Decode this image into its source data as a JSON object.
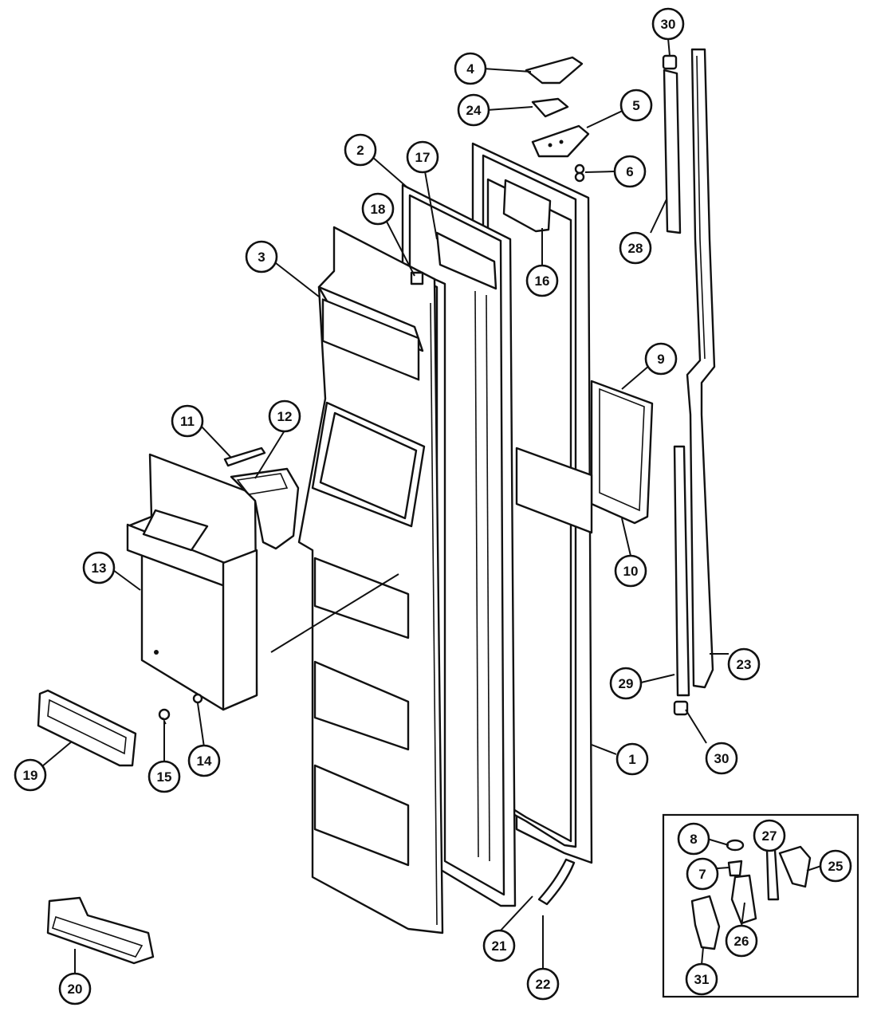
{
  "callouts": [
    {
      "id": "c1",
      "label": "1"
    },
    {
      "id": "c2",
      "label": "2"
    },
    {
      "id": "c3",
      "label": "3"
    },
    {
      "id": "c4",
      "label": "4"
    },
    {
      "id": "c5",
      "label": "5"
    },
    {
      "id": "c6",
      "label": "6"
    },
    {
      "id": "c7",
      "label": "7"
    },
    {
      "id": "c8",
      "label": "8"
    },
    {
      "id": "c9",
      "label": "9"
    },
    {
      "id": "c10",
      "label": "10"
    },
    {
      "id": "c11",
      "label": "11"
    },
    {
      "id": "c12",
      "label": "12"
    },
    {
      "id": "c13",
      "label": "13"
    },
    {
      "id": "c14",
      "label": "14"
    },
    {
      "id": "c15",
      "label": "15"
    },
    {
      "id": "c16",
      "label": "16"
    },
    {
      "id": "c17",
      "label": "17"
    },
    {
      "id": "c18",
      "label": "18"
    },
    {
      "id": "c19",
      "label": "19"
    },
    {
      "id": "c20",
      "label": "20"
    },
    {
      "id": "c21",
      "label": "21"
    },
    {
      "id": "c22",
      "label": "22"
    },
    {
      "id": "c23",
      "label": "23"
    },
    {
      "id": "c24",
      "label": "24"
    },
    {
      "id": "c25",
      "label": "25"
    },
    {
      "id": "c26",
      "label": "26"
    },
    {
      "id": "c27",
      "label": "27"
    },
    {
      "id": "c28",
      "label": "28"
    },
    {
      "id": "c29",
      "label": "29"
    },
    {
      "id": "c30a",
      "label": "30"
    },
    {
      "id": "c30b",
      "label": "30"
    },
    {
      "id": "c31",
      "label": "31"
    }
  ],
  "colors": {
    "ink": "#111111",
    "paper": "#ffffff"
  }
}
